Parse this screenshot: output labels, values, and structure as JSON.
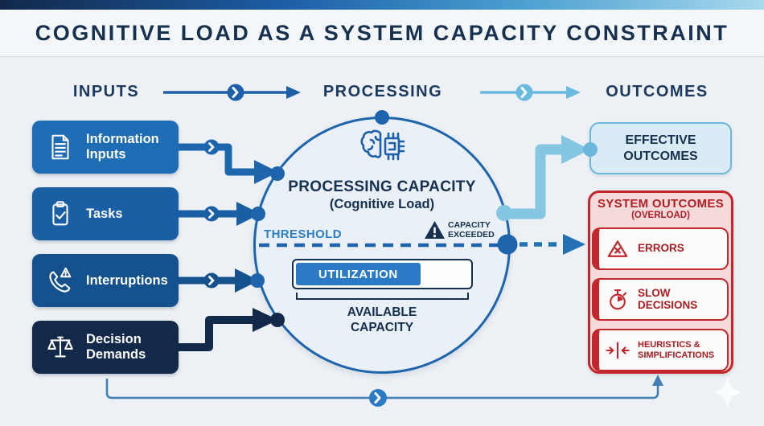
{
  "title": "COGNITIVE LOAD AS A SYSTEM CAPACITY CONSTRAINT",
  "flow_headers": {
    "inputs": "INPUTS",
    "processing": "PROCESSING",
    "outcomes": "OUTCOMES"
  },
  "inputs": {
    "items": [
      {
        "label": "Information Inputs",
        "icon": "document-icon",
        "color": "#1e6cb4"
      },
      {
        "label": "Tasks",
        "icon": "clipboard-check-icon",
        "color": "#1a5fa3"
      },
      {
        "label": "Interruptions",
        "icon": "phone-alert-icon",
        "color": "#15518c"
      },
      {
        "label": "Decision Demands",
        "icon": "scale-icon",
        "color": "#12294a"
      }
    ]
  },
  "processing": {
    "title": "PROCESSING CAPACITY",
    "subtitle": "(Cognitive Load)",
    "threshold_label": "THRESHOLD",
    "capacity_exceeded_label": "CAPACITY EXCEEDED",
    "utilization_label": "UTILIZATION",
    "utilization_percent": 72,
    "available_capacity_label": "AVAILABLE CAPACITY",
    "icon": "brain-chip-icon"
  },
  "outcomes": {
    "effective": {
      "label": "EFFECTIVE OUTCOMES"
    },
    "system": {
      "title": "SYSTEM OUTCOMES",
      "subtitle": "(OVERLOAD)",
      "items": [
        {
          "label": "ERRORS",
          "icon": "error-triangle-icon"
        },
        {
          "label": "SLOW DECISIONS",
          "icon": "stopwatch-icon"
        },
        {
          "label": "HEURISTICS & SIMPLIFICATIONS",
          "icon": "compress-arrows-icon"
        }
      ]
    }
  },
  "colors": {
    "background": "#edf1f5",
    "navy_text": "#16304f",
    "primary_blue": "#1d64ac",
    "light_blue_arrow": "#85c7e2",
    "threshold_blue": "#2e7fc2",
    "utilization_fill": "#2b7ac5",
    "alert_red": "#c2272d",
    "alert_red_text": "#ae1e24",
    "effective_box_fill": "#d9ecf6",
    "system_panel_fill": "#f6d9d9"
  }
}
